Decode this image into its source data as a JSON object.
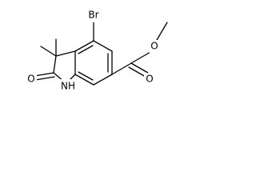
{
  "molecule": {
    "atoms": {
      "bromine": "Br",
      "carbonyl_oxygen": "O",
      "amine": "NH",
      "ester_carbonyl_oxygen": "O",
      "ester_ether_oxygen": "O"
    },
    "colors": {
      "bond": "#000000",
      "label": "#000000",
      "background": "#ffffff"
    }
  }
}
